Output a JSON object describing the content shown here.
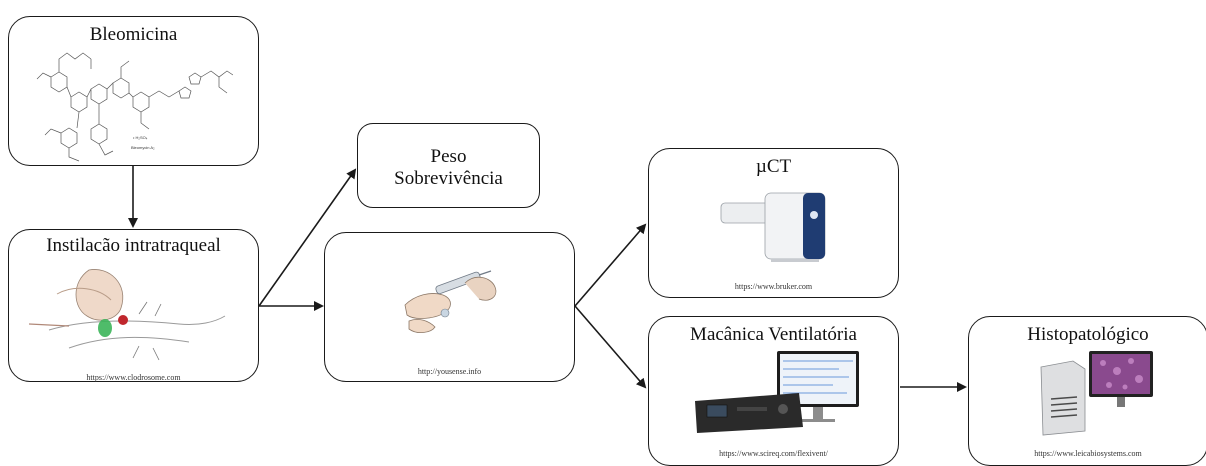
{
  "nodes": {
    "bleomicina": {
      "title": "Bleomicina"
    },
    "instilacao": {
      "title": "Instilacão intratraqueal",
      "url": "https://www.clodrosome.com"
    },
    "peso": {
      "line1": "Peso",
      "line2": "Sobrevivência"
    },
    "yousense": {
      "url": "http://yousense.info"
    },
    "uct": {
      "title": "µCT",
      "url": "https://www.bruker.com"
    },
    "mecanica": {
      "title": "Macânica Ventilatória",
      "url": "https://www.scireq.com/flexivent/"
    },
    "histo": {
      "title": "Histopatológico",
      "url": "https://www.leicabiosystems.com"
    }
  },
  "colors": {
    "stroke": "#1a1a1a",
    "green_highlight": "#3cb55a",
    "red_highlight": "#c0272d",
    "histology_purple": "#8a4a8e"
  },
  "icons": [
    "bleomycin-structure",
    "mouse-instillation",
    "syringe-instillation",
    "micro-ct-scanner",
    "flexivent-system",
    "slide-scanner"
  ]
}
